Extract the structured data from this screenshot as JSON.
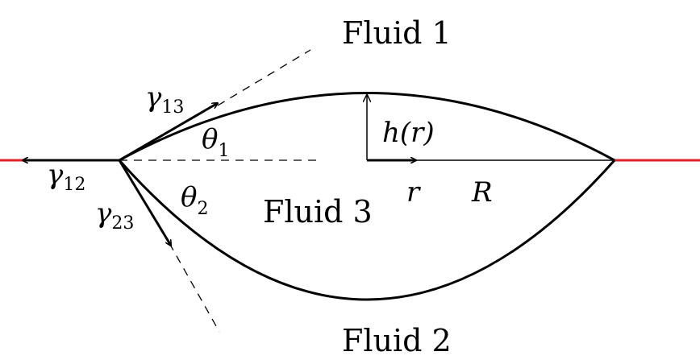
{
  "labels": {
    "fluid1": "Fluid 1",
    "fluid2": "Fluid 2",
    "fluid3": "Fluid 3",
    "radius": "R",
    "r_axis": "r",
    "height": "h(r)",
    "theta1": {
      "base": "θ",
      "sub": "1"
    },
    "theta2": {
      "base": "θ",
      "sub": "2"
    },
    "gamma12": {
      "base": "γ",
      "sub": "12"
    },
    "gamma13": {
      "base": "γ",
      "sub": "13"
    },
    "gamma23": {
      "base": "γ",
      "sub": "23"
    }
  },
  "colors": {
    "interface": "#e0202a",
    "stroke": "#000000"
  }
}
